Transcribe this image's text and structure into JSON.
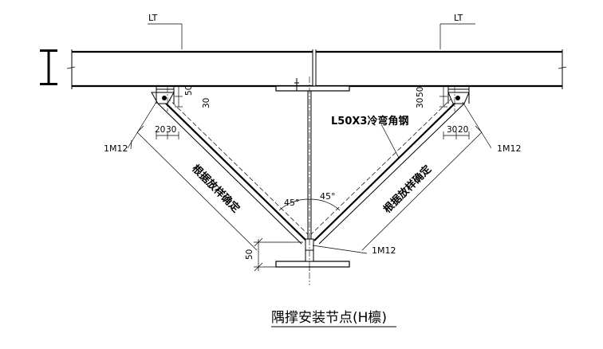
{
  "labels": {
    "lt_left": "LT",
    "lt_right": "LT",
    "member": "L50X3冷弯角钢",
    "fix_left": "根据放样确定",
    "fix_right": "根据放样确定",
    "bolt_left": "1M12",
    "bolt_right": "1M12",
    "bolt_bottom": "1M12",
    "angle_left": "45°",
    "angle_right": "45°",
    "title": "隅撑安装节点(H檩)"
  },
  "dims": {
    "left_v50": "50",
    "left_v30": "30",
    "left_h20": "20",
    "left_h30": "30",
    "right_v30": "30",
    "right_v50": "50",
    "right_h30": "30",
    "right_h20": "20",
    "bottom_v50": "50"
  }
}
